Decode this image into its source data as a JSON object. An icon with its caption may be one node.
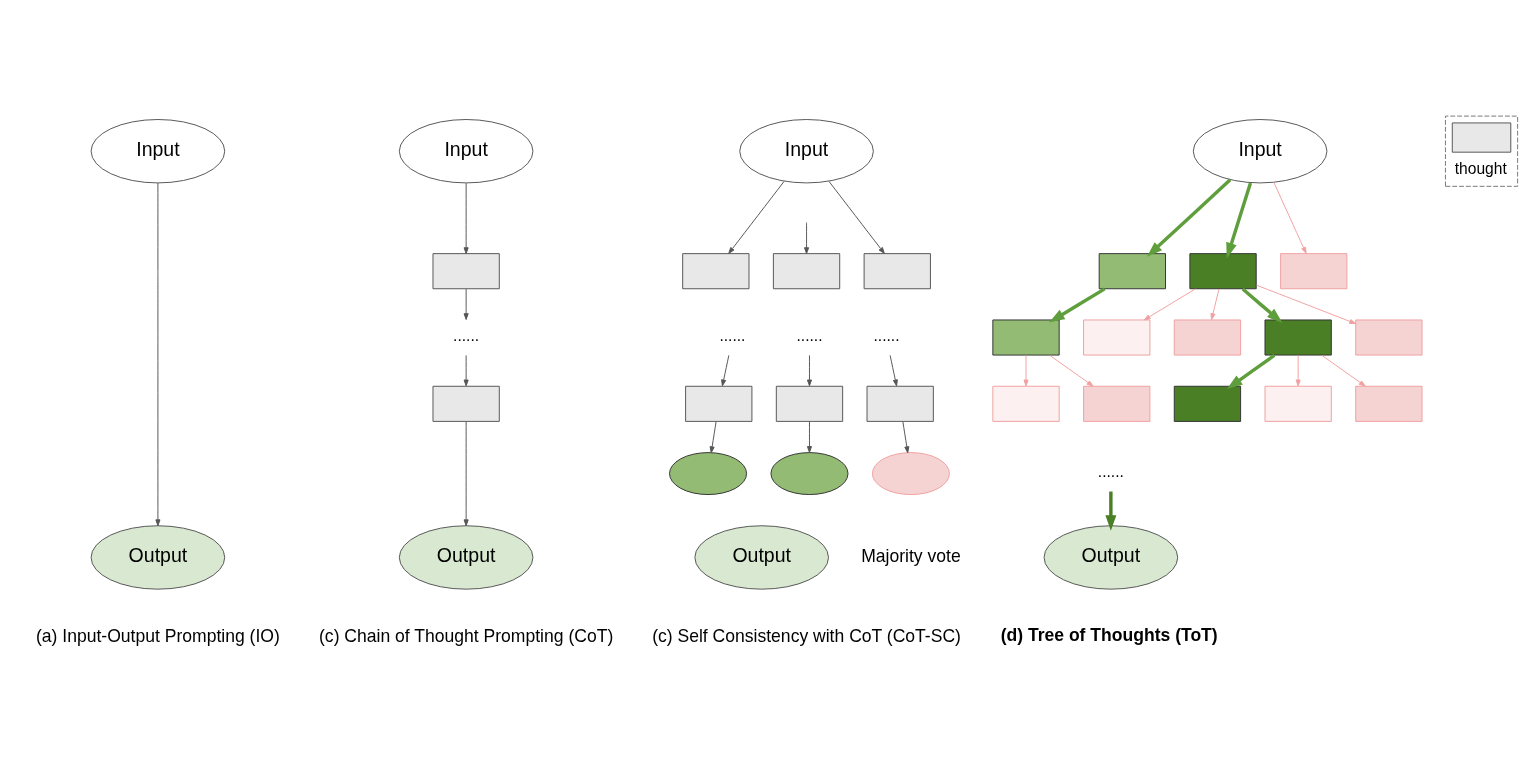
{
  "diagram": {
    "nodes": [
      {
        "text": [
          "Input"
        ]
      },
      {
        "text": [
          "Output"
        ]
      },
      {
        "text": [
          "Input"
        ]
      },
      {
        "text": [],
        "shape": "box"
      },
      {
        "text": [
          "......"
        ]
      },
      {
        "text": [],
        "shape": "box"
      },
      {
        "text": [
          "Output"
        ]
      },
      {
        "text": [
          "Input"
        ]
      },
      {
        "text": [],
        "shape": "box"
      },
      {
        "text": [],
        "shape": "box"
      },
      {
        "text": [],
        "shape": "box"
      },
      {
        "text": [
          "......"
        ]
      },
      {
        "text": [
          "......"
        ]
      },
      {
        "text": [
          "......"
        ]
      },
      {
        "text": [],
        "shape": "box"
      },
      {
        "text": [],
        "shape": "box"
      },
      {
        "text": [],
        "shape": "box"
      },
      {
        "text": [],
        "shape": "ellipse"
      },
      {
        "text": [],
        "shape": "ellipse"
      },
      {
        "text": [],
        "shape": "ellipse"
      },
      {
        "text": [
          "Output"
        ]
      },
      {
        "text": [
          "Input"
        ]
      },
      {
        "text": [],
        "shape": "box"
      },
      {
        "text": [],
        "shape": "box"
      },
      {
        "text": [],
        "shape": "box"
      },
      {
        "text": [],
        "shape": "box"
      },
      {
        "text": [],
        "shape": "box"
      },
      {
        "text": [],
        "shape": "box"
      },
      {
        "text": [],
        "shape": "box"
      },
      {
        "text": [],
        "shape": "box"
      },
      {
        "text": [],
        "shape": "box"
      },
      {
        "text": [],
        "shape": "box"
      },
      {
        "text": [],
        "shape": "box"
      },
      {
        "text": [],
        "shape": "box"
      },
      {
        "text": [],
        "shape": "box"
      },
      {
        "text": [
          "......"
        ]
      },
      {
        "text": [
          "Output"
        ]
      }
    ],
    "edges": [
      {
        "from": 0,
        "to": 1,
        "arrow": "to"
      },
      {
        "from": 2,
        "to": 3,
        "arrow": "to"
      },
      {
        "from": 3,
        "to": 4,
        "arrow": "to"
      },
      {
        "from": 4,
        "to": 5,
        "arrow": "to"
      },
      {
        "from": 5,
        "to": 6,
        "arrow": "to"
      },
      {
        "from": 7,
        "to": 8,
        "arrow": "to"
      },
      {
        "from": null,
        "to": 9,
        "arrow": "to"
      },
      {
        "from": 7,
        "to": 10,
        "arrow": "to"
      },
      {
        "from": 11,
        "to": 14,
        "arrow": "to"
      },
      {
        "from": 12,
        "to": 15,
        "arrow": "to"
      },
      {
        "from": 13,
        "to": 16,
        "arrow": "to"
      },
      {
        "from": 14,
        "to": 17,
        "arrow": "to"
      },
      {
        "from": 15,
        "to": 18,
        "arrow": "to"
      },
      {
        "from": 16,
        "to": 19,
        "arrow": "to"
      },
      {
        "from": 21,
        "to": 22,
        "arrow": "to",
        "style": "thick",
        "color": "#5f9e3c"
      },
      {
        "from": 21,
        "to": 23,
        "arrow": "to",
        "style": "thick",
        "color": "#5f9e3c"
      },
      {
        "from": 21,
        "to": 24,
        "arrow": "to",
        "color": "#f0a0a0"
      },
      {
        "from": 22,
        "to": 25,
        "arrow": "to",
        "style": "thick",
        "color": "#5f9e3c"
      },
      {
        "from": 23,
        "to": 26,
        "arrow": "to",
        "color": "#f0a0a0"
      },
      {
        "from": 23,
        "to": 27,
        "arrow": "to",
        "color": "#f0a0a0"
      },
      {
        "from": 23,
        "to": 28,
        "arrow": "to",
        "style": "thick",
        "color": "#5f9e3c"
      },
      {
        "from": 23,
        "to": 29,
        "arrow": "to",
        "color": "#f0a0a0"
      },
      {
        "from": 25,
        "to": 30,
        "arrow": "to",
        "color": "#f0a0a0"
      },
      {
        "from": 25,
        "to": 31,
        "arrow": "to",
        "color": "#f0a0a0"
      },
      {
        "from": 28,
        "to": 32,
        "arrow": "to",
        "style": "thick",
        "color": "#5f9e3c"
      },
      {
        "from": 28,
        "to": 33,
        "arrow": "to",
        "color": "#f0a0a0"
      },
      {
        "from": 28,
        "to": 34,
        "arrow": "to",
        "color": "#f0a0a0"
      },
      {
        "from": 35,
        "to": 36,
        "arrow": "to",
        "style": "thick",
        "color": "#4a7f25"
      }
    ],
    "labels": [
      "Majority vote",
      "(a) Input-Output Prompting (IO)",
      "(c) Chain of Thought Prompting (CoT)",
      "(c) Self Consistency with CoT (CoT-SC)",
      "(d) Tree of Thoughts (ToT)"
    ],
    "legend": [
      {
        "text": "thought"
      }
    ]
  }
}
